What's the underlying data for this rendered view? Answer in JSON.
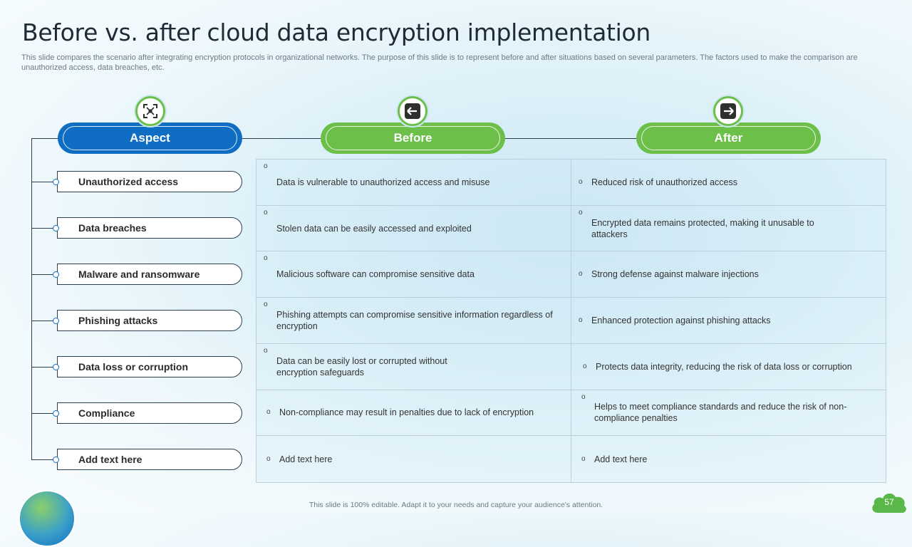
{
  "title": "Before vs. after cloud data encryption implementation",
  "subtitle": "This slide compares the scenario after integrating encryption protocols in organizational networks. The purpose of this slide is to represent before and after situations based on several parameters. The factors used to make the comparison are unauthorized access, data breaches, etc.",
  "headers": {
    "aspect": "Aspect",
    "before": "Before",
    "after": "After"
  },
  "icons": {
    "aspect": "focus-frame-icon",
    "before": "arrow-left-icon",
    "after": "arrow-right-icon"
  },
  "colors": {
    "primary_blue": "#0f6ec3",
    "primary_green": "#6cc04a"
  },
  "rows": [
    {
      "aspect": "Unauthorized access",
      "before": "Data is vulnerable to unauthorized access and misuse",
      "after": "Reduced risk of unauthorized access"
    },
    {
      "aspect": "Data breaches",
      "before": "Stolen data can be easily accessed and exploited",
      "after": "Encrypted data remains protected, making it unusable to attackers"
    },
    {
      "aspect": "Malware and ransomware",
      "before": "Malicious software can compromise sensitive data",
      "after": "Strong defense against malware injections"
    },
    {
      "aspect": "Phishing attacks",
      "before": "Phishing attempts can compromise sensitive information regardless of encryption",
      "after": "Enhanced protection against phishing attacks"
    },
    {
      "aspect": "Data loss or corruption",
      "before": "Data can be easily lost or corrupted without encryption safeguards",
      "after": "Protects data integrity, reducing the risk of data loss or corruption"
    },
    {
      "aspect": "Compliance",
      "before": "Non-compliance may result in penalties due to lack of encryption",
      "after": "Helps to meet compliance standards and reduce the risk of non-compliance penalties"
    },
    {
      "aspect": "Add text here",
      "before": "Add text here",
      "after": "Add text here"
    }
  ],
  "footer": "This slide is 100% editable. Adapt it to your needs and capture your audience's attention.",
  "page_number": "57"
}
